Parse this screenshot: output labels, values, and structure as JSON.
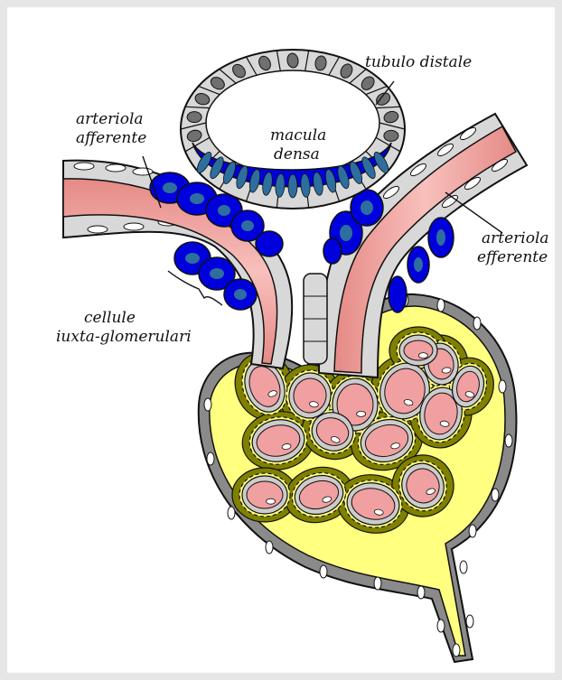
{
  "diagram": {
    "labels": {
      "distal_tubule": "tubulo distale",
      "macula_line1": "macula",
      "macula_line2": "densa",
      "afferent_line1": "arteriola",
      "afferent_line2": "afferente",
      "efferent_line1": "arteriola",
      "efferent_line2": "efferente",
      "jg_line1": "cellule",
      "jg_line2": "iuxta-glomerulari"
    },
    "colors": {
      "page_background": "#e6e6e6",
      "canvas": "#ffffff",
      "capsule_space": "#ffff80",
      "mesangium": "#808000",
      "endothelium": "#cccccc",
      "vessel_lumen": "#f0a0a0",
      "macula_densa_cells": "#0000dd",
      "macula_densa_nuclei": "#2e6e9e",
      "tubule_cells": "#d8d8d8",
      "cell_nuclei": "#707070",
      "outline": "#111111"
    }
  }
}
